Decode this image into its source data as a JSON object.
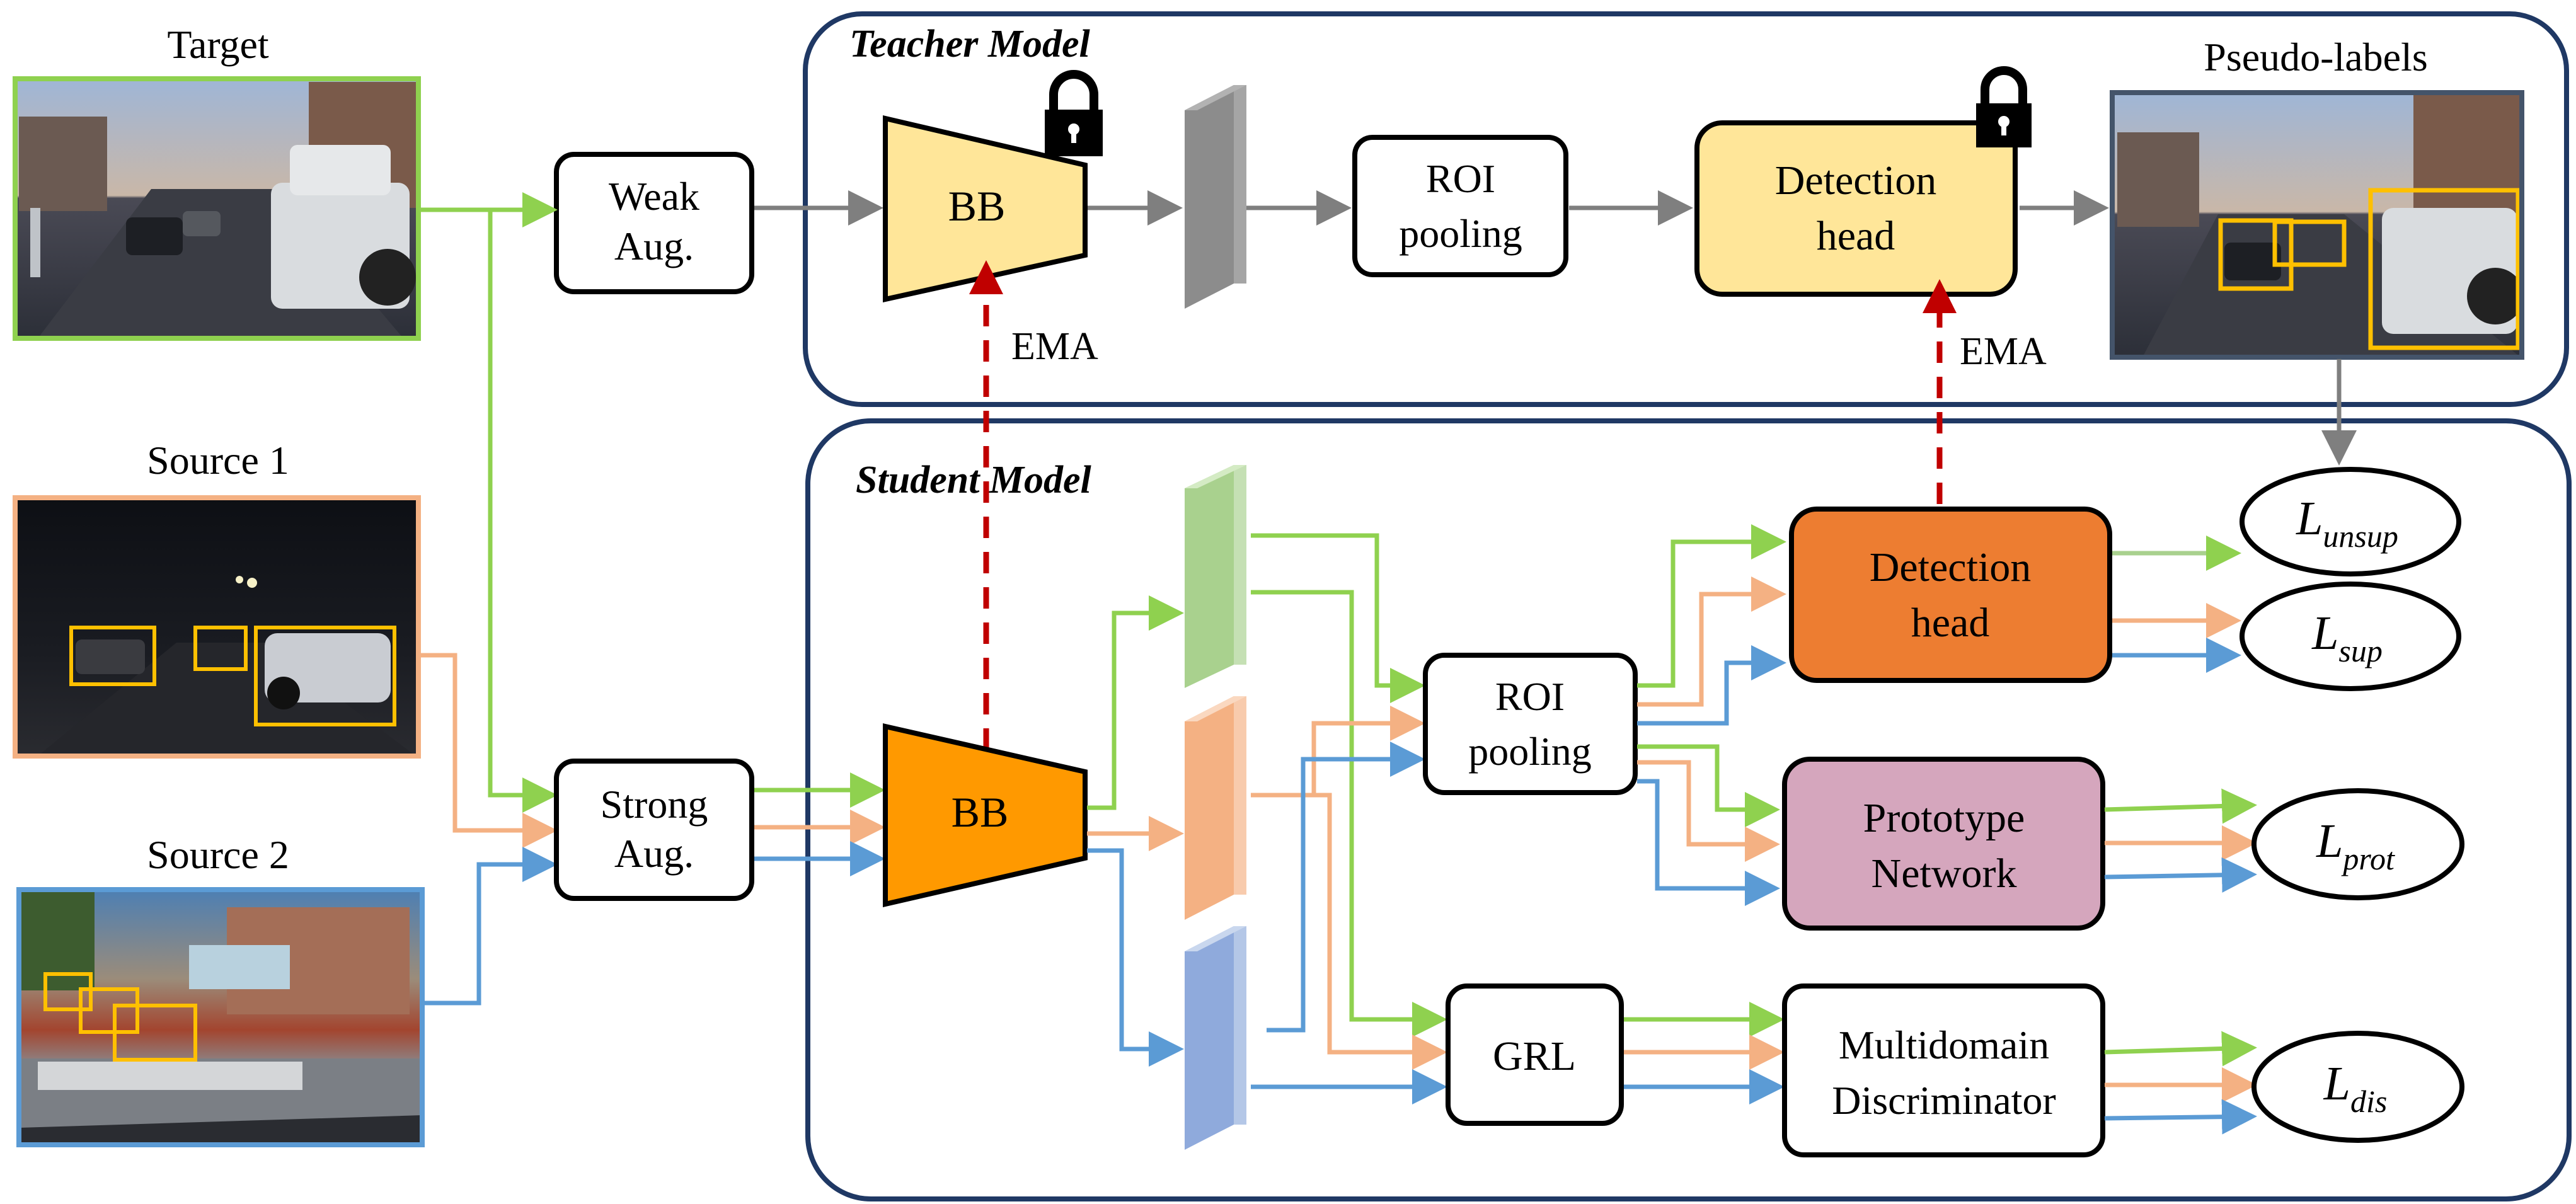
{
  "inputs": {
    "target": "Target",
    "source1": "Source 1",
    "source2": "Source 2",
    "pseudo_labels": "Pseudo-labels"
  },
  "panels": {
    "teacher": "Teacher Model",
    "student": "Student Model"
  },
  "nodes": {
    "weak_aug": [
      "Weak",
      "Aug."
    ],
    "strong_aug": [
      "Strong",
      "Aug."
    ],
    "bb_teacher": "BB",
    "bb_student": "BB",
    "roi_teacher": [
      "ROI",
      "pooling"
    ],
    "roi_student": [
      "ROI",
      "pooling"
    ],
    "det_teacher": [
      "Detection",
      "head"
    ],
    "det_student": [
      "Detection",
      "head"
    ],
    "prototype": [
      "Prototype",
      "Network"
    ],
    "grl": "GRL",
    "discriminator": [
      "Multidomain",
      "Discriminator"
    ]
  },
  "ema": "EMA",
  "losses": [
    {
      "base": "L",
      "sub": "unsup"
    },
    {
      "base": "L",
      "sub": "sup"
    },
    {
      "base": "L",
      "sub": "prot"
    },
    {
      "base": "L",
      "sub": "dis"
    }
  ],
  "colors": {
    "target": "#8fd14f",
    "source1": "#f4b183",
    "source2": "#5b9bd5",
    "ema": "#c00000",
    "bb_teacher_fill": "#ffe699",
    "bb_student_fill": "#ff9900",
    "det_student_fill": "#ed7d31",
    "prototype_fill": "#d5a6bd",
    "panel_border": "#1f3864",
    "gray_arrow": "#7f7f7f",
    "box_yellow": "#ffc000"
  },
  "icons": [
    "lock-icon"
  ]
}
